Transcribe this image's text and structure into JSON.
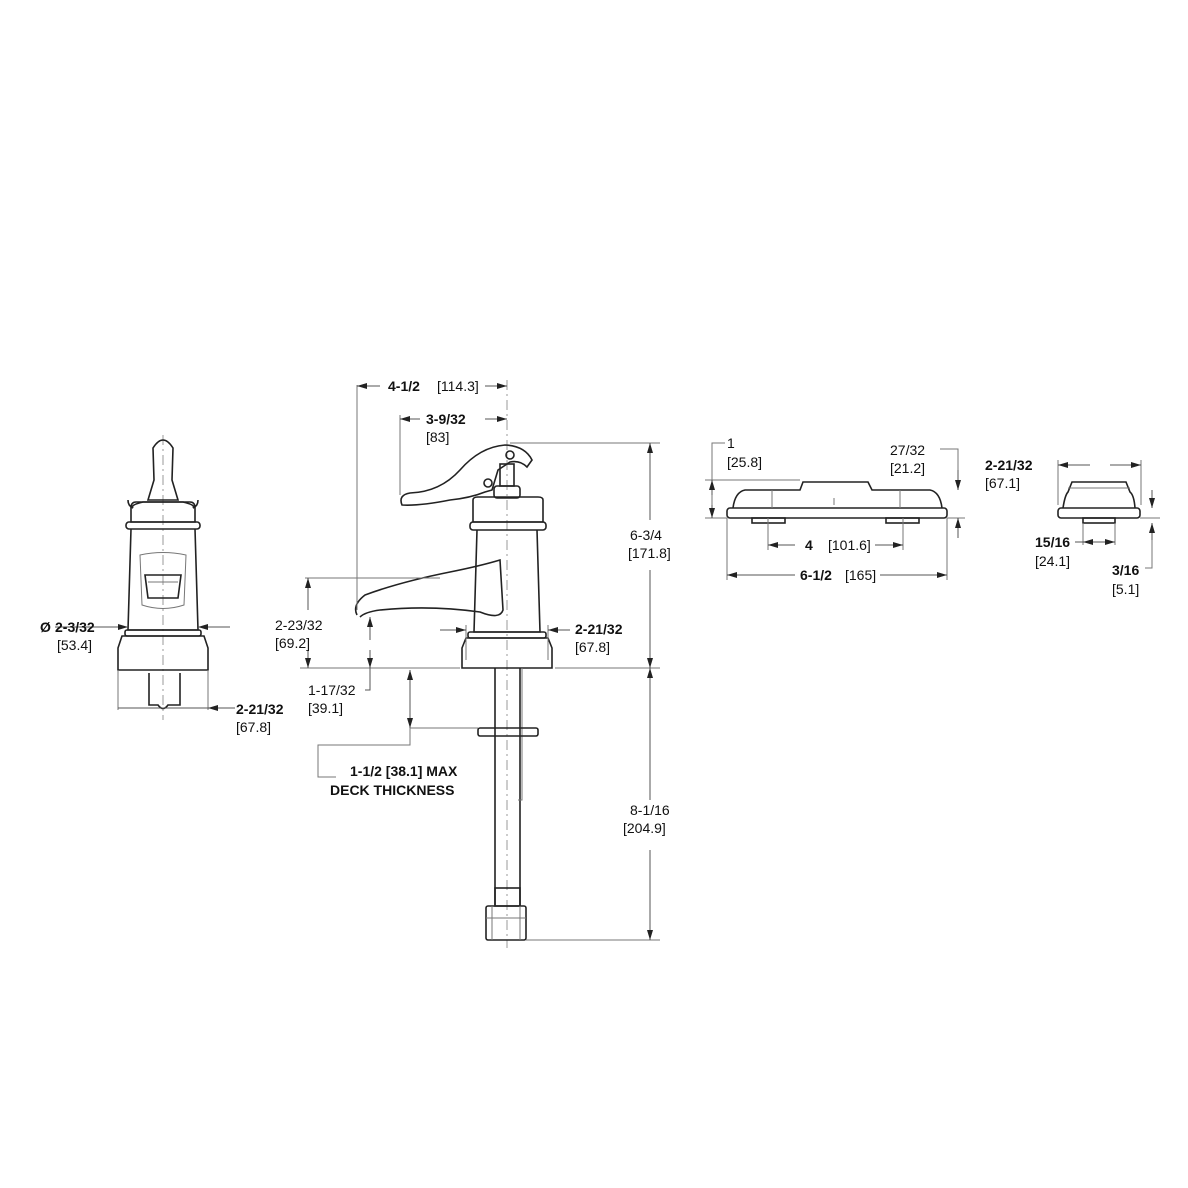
{
  "colors": {
    "line": "#222222",
    "background": "#ffffff"
  },
  "front_view": {
    "diameter_symbol": "Ø",
    "diameter": "2-3/32",
    "diameter_mm": "[53.4]",
    "base_width": "2-21/32",
    "base_width_mm": "[67.8]"
  },
  "side_view": {
    "overall_reach": "4-1/2",
    "overall_reach_mm": "[114.3]",
    "handle_reach": "3-9/32",
    "handle_reach_mm": "[83]",
    "overall_height": "6-3/4",
    "overall_height_mm": "[171.8]",
    "spout_height": "2-23/32",
    "spout_height_mm": "[69.2]",
    "spout_clearance": "1-17/32",
    "spout_clearance_mm": "[39.1]",
    "base_width": "2-21/32",
    "base_width_mm": "[67.8]",
    "deck_line1": "1-1/2  [38.1]  MAX",
    "deck_line2": "DECK  THICKNESS",
    "shank_length": "8-1/16",
    "shank_length_mm": "[204.9]"
  },
  "escutcheon": {
    "height": "1",
    "height_mm": "[25.8]",
    "plate_height": "27/32",
    "plate_height_mm": "[21.2]",
    "center_spacing": "4",
    "center_spacing_mm": "[101.6]",
    "width": "6-1/2",
    "width_mm": "[165]"
  },
  "trim_ring": {
    "width": "2-21/32",
    "width_mm": "[67.1]",
    "foot_width": "15/16",
    "foot_width_mm": "[24.1]",
    "height": "3/16",
    "height_mm": "[5.1]"
  }
}
